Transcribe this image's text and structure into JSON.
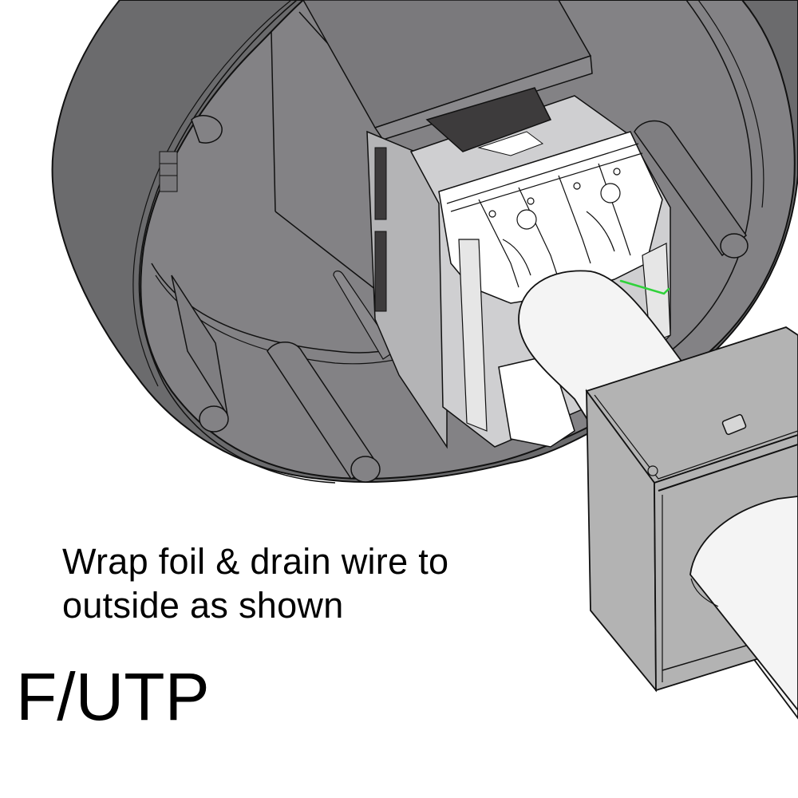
{
  "instruction": {
    "line1": "Wrap foil & drain wire to",
    "line2": "outside as shown"
  },
  "cable_type_label": "F/UTP",
  "parts": {
    "back_box": "round-back-box",
    "jack_module": "keystone-jack-module",
    "cable": "cable-jacket",
    "strain_relief": "cable-cap-block",
    "drain_wire": "drain-wire"
  },
  "colors": {
    "box_dark": "#6b6b6d",
    "box_inner": "#838285",
    "box_rim": "#7a797c",
    "module_gray": "#b4b4b6",
    "module_white": "#ffffff",
    "cable_white": "#f4f4f4",
    "cap_gray": "#b3b3b3",
    "drain_wire_green": "#2fd23a",
    "window_dark": "#3d3b3c",
    "text": "#000000"
  }
}
